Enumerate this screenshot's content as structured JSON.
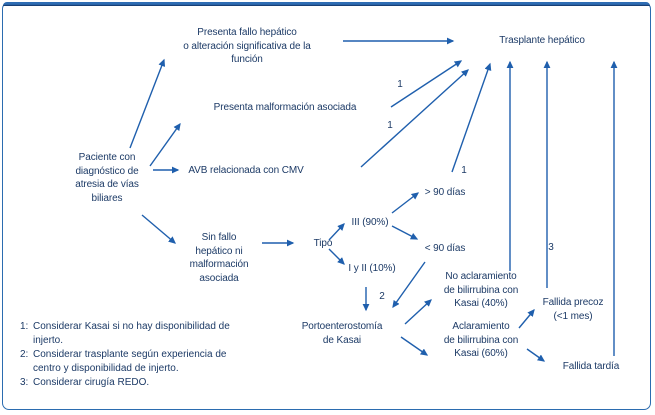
{
  "theme": {
    "arrow_color": "#1f5fad",
    "text_color": "#1c3a66",
    "frame_border_color": "#2b6cb0",
    "top_bar_color": "#2e6db4",
    "top_bar_shadow_color": "#0f2f5f",
    "background": "#ffffff"
  },
  "nodes": {
    "patient": "Paciente con\ndiagnóstico de\natresia de vías\nbiliares",
    "liver_failure": "Presenta fallo hepático\no alteración significativa de la\nfunción",
    "malformation": "Presenta malformación asociada",
    "cmv": "AVB relacionada con CMV",
    "transplant": "Trasplante hepático",
    "no_failure": "Sin fallo\nhepático ni\nmalformación\nasociada",
    "tipo": "Tipo",
    "type3": "III (90%)",
    "type12": "I y II (10%)",
    "gt90": "> 90 días",
    "lt90": "< 90 días",
    "kasai": "Portoenterostomía\nde Kasai",
    "no_clearance": "No aclaramiento\nde bilirrubina con\nKasai (40%)",
    "clearance": "Aclaramiento\nde bilirrubina con\nKasai (60%)",
    "early_failure": "Fallida precoz\n(<1 mes)",
    "late_failure": "Fallida tardía"
  },
  "markers": {
    "malformation": "1",
    "cmv": "1",
    "gt90": "1",
    "kasai": "2",
    "redo": "3"
  },
  "footnotes": [
    {
      "num": "1:",
      "text": "Considerar Kasai si no hay disponibilidad de injerto."
    },
    {
      "num": "2:",
      "text": "Considerar trasplante según experiencia de centro y disponibilidad de injerto."
    },
    {
      "num": "3:",
      "text": "Considerar cirugía REDO."
    }
  ]
}
